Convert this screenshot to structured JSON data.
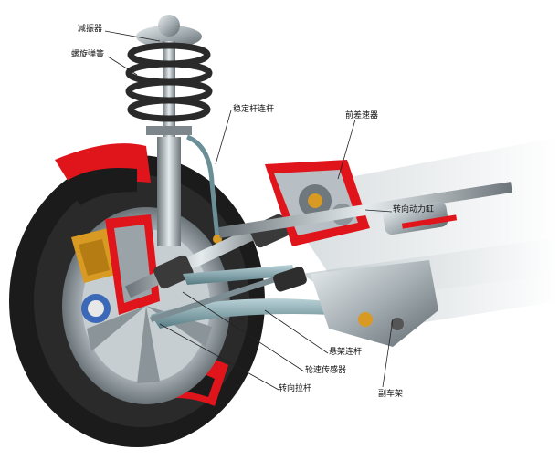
{
  "diagram": {
    "labels": {
      "shock_absorber": "减振器",
      "coil_spring": "螺旋弹簧",
      "stabilizer_link": "稳定杆连杆",
      "front_differential": "前差速器",
      "steering_cylinder": "转向动力缸",
      "control_arm": "悬架连杆",
      "wheel_speed_sensor": "轮速传感器",
      "subframe": "副车架",
      "tie_rod": "转向拉杆"
    },
    "colors": {
      "cutaway_red": "#e0141b",
      "tire_black": "#1b1b1b",
      "metal_gray": "#9aa3a8",
      "accent_yellow": "#d89a22",
      "link_teal": "#7fa6ae"
    }
  }
}
